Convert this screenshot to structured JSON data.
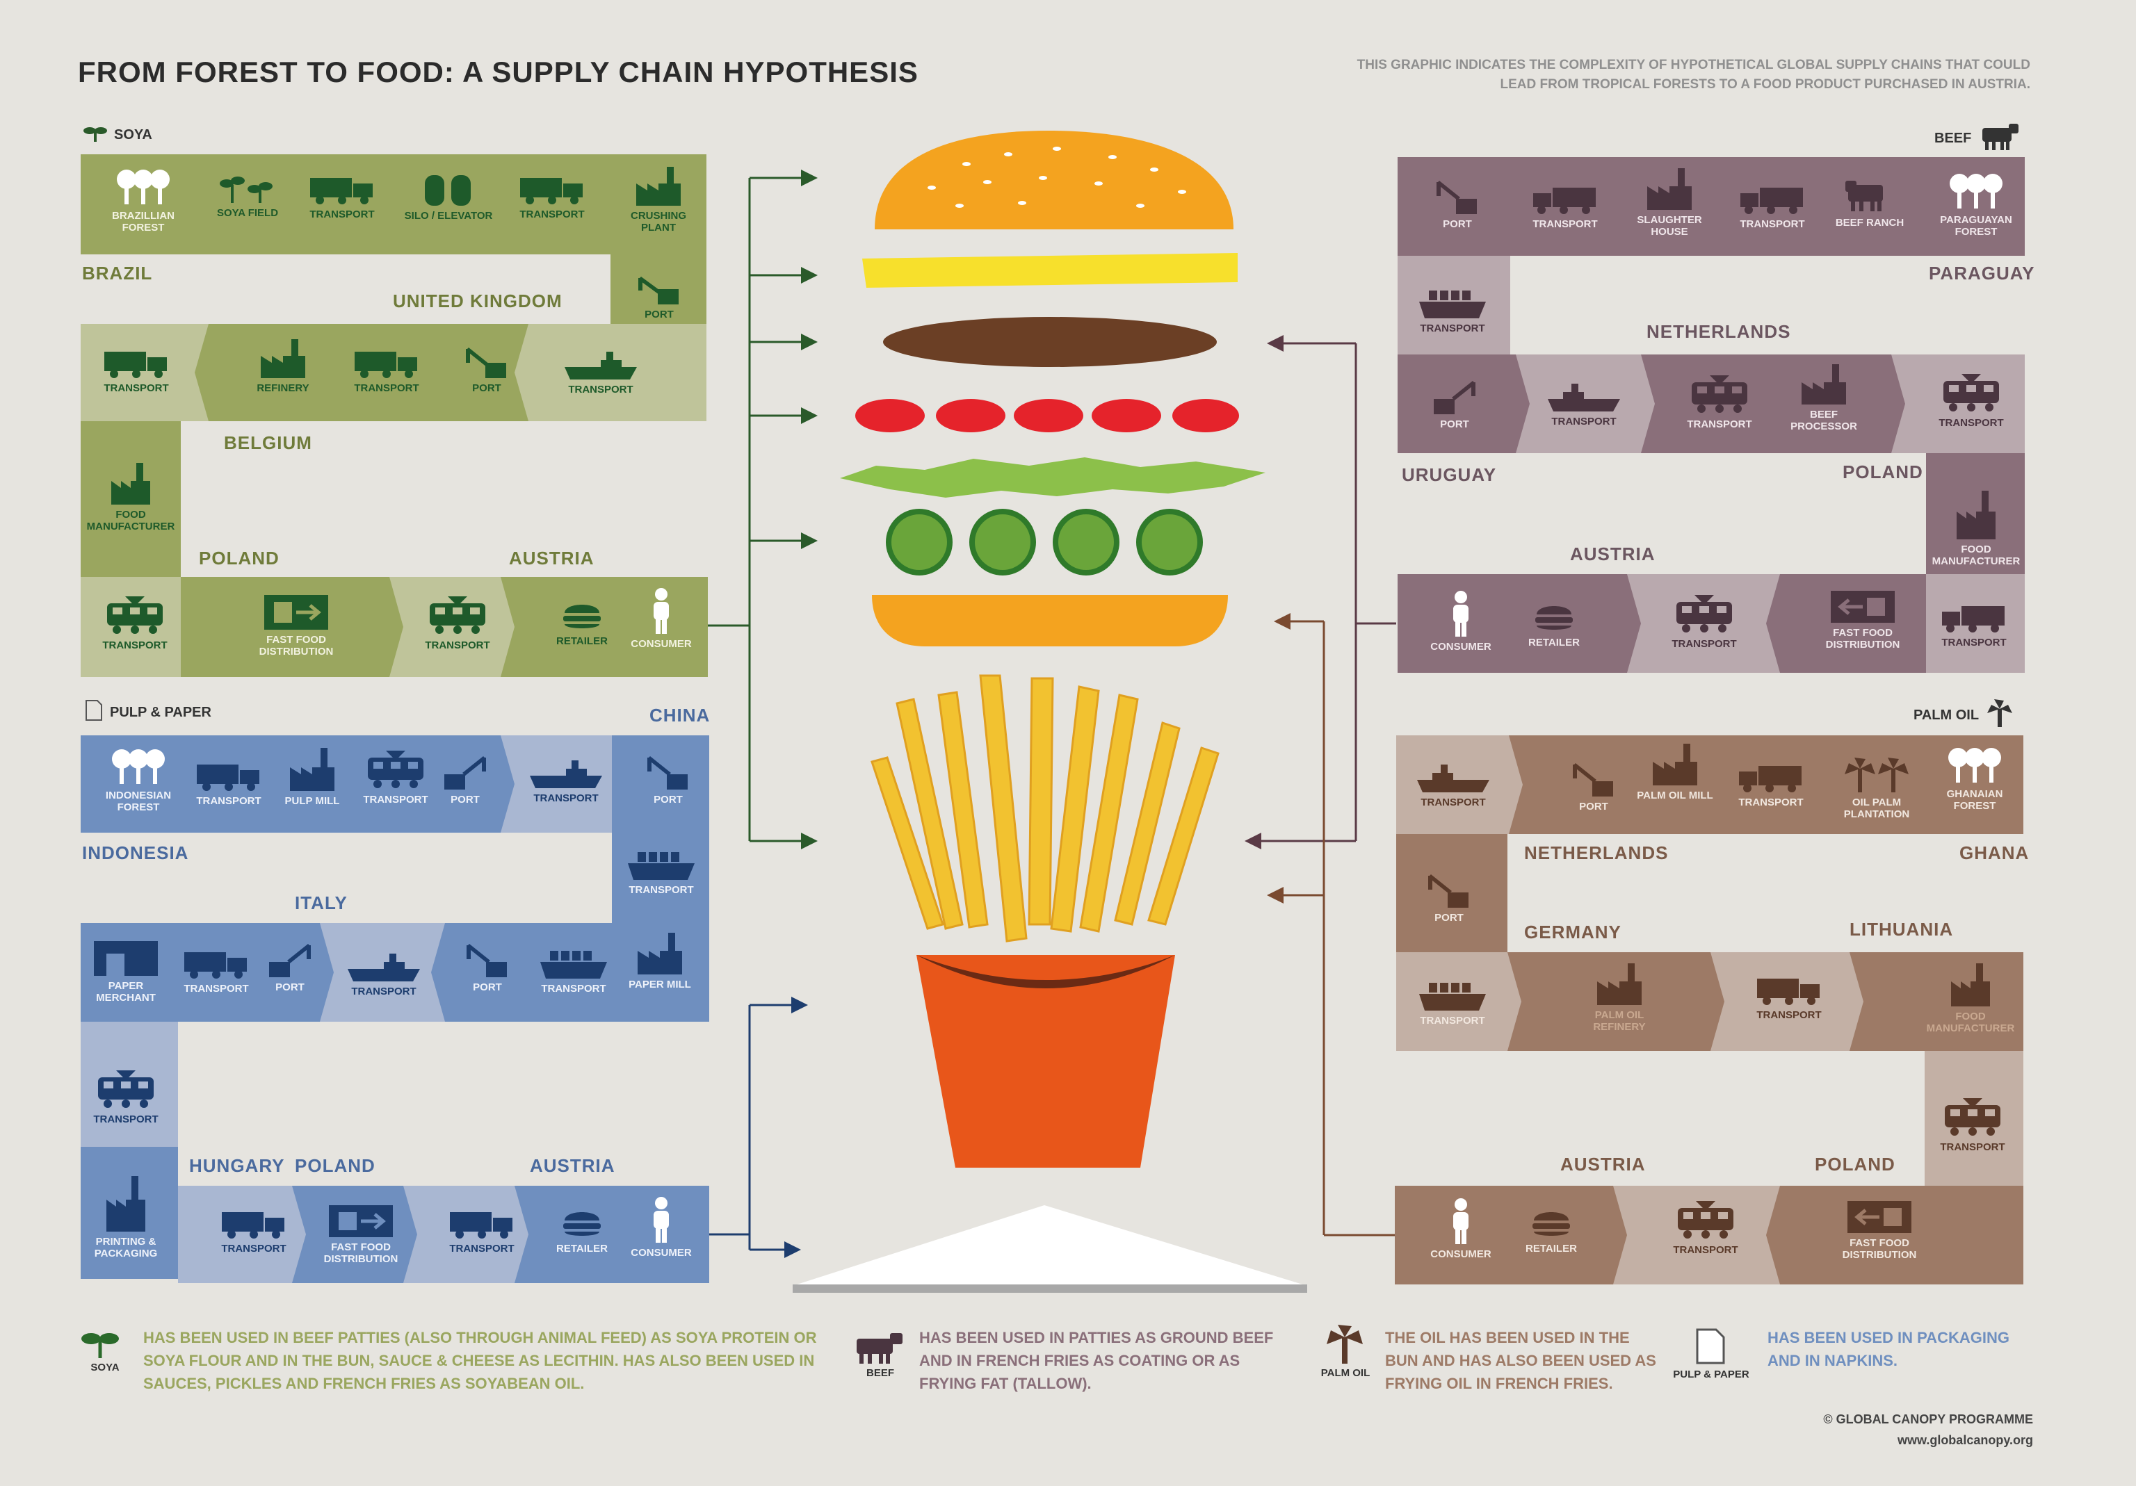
{
  "title": "FROM FOREST TO FOOD: A SUPPLY CHAIN HYPOTHESIS",
  "subtitle": "THIS GRAPHIC INDICATES THE COMPLEXITY OF HYPOTHETICAL GLOBAL SUPPLY CHAINS THAT COULD LEAD FROM TROPICAL FORESTS TO A FOOD PRODUCT PURCHASED IN AUSTRIA.",
  "colors": {
    "background": "#e6e4df",
    "soya_dark": "#9aa65f",
    "soya_light": "#bfc49a",
    "soya_text": "#1e5a2a",
    "paper_dark": "#6f8fbf",
    "paper_light": "#a9b7d2",
    "paper_text": "#1d3d6e",
    "beef_dark": "#8a6f7a",
    "beef_light": "#b9a9ae",
    "palm_dark": "#9d7a66",
    "palm_light": "#c3b0a5"
  },
  "soya": {
    "label": "SOYA",
    "row1": [
      "BRAZILLIAN FOREST",
      "SOYA FIELD",
      "TRANSPORT",
      "SILO / ELEVATOR",
      "TRANSPORT",
      "CRUSHING PLANT"
    ],
    "port_right": "PORT",
    "row2": [
      "TRANSPORT",
      "REFINERY",
      "TRANSPORT",
      "PORT",
      "TRANSPORT"
    ],
    "left_col": "FOOD MANUFACTURER",
    "row3": [
      "TRANSPORT",
      "FAST FOOD DISTRIBUTION",
      "TRANSPORT",
      "RETAILER",
      "CONSUMER"
    ],
    "countries": {
      "brazil": "BRAZIL",
      "uk": "UNITED KINGDOM",
      "belgium": "BELGIUM",
      "poland": "POLAND",
      "austria": "AUSTRIA"
    }
  },
  "paper": {
    "label": "PULP & PAPER",
    "row1": [
      "INDONESIAN FOREST",
      "TRANSPORT",
      "PULP MILL",
      "TRANSPORT",
      "PORT",
      "TRANSPORT",
      "PORT"
    ],
    "right_col": "TRANSPORT",
    "row2": [
      "PAPER MERCHANT",
      "TRANSPORT",
      "PORT",
      "TRANSPORT",
      "PORT",
      "TRANSPORT",
      "PAPER MILL"
    ],
    "left_col": "TRANSPORT",
    "row3": [
      "PRINTING & PACKAGING",
      "TRANSPORT",
      "FAST FOOD DISTRIBUTION",
      "TRANSPORT",
      "RETAILER",
      "CONSUMER"
    ],
    "countries": {
      "china": "CHINA",
      "indonesia": "INDONESIA",
      "italy": "ITALY",
      "hungary": "HUNGARY",
      "poland": "POLAND",
      "austria": "AUSTRIA"
    }
  },
  "beef": {
    "label": "BEEF",
    "row1": [
      "PORT",
      "TRANSPORT",
      "SLAUGHTER HOUSE",
      "TRANSPORT",
      "BEEF RANCH",
      "PARAGUAYAN FOREST"
    ],
    "left_col": "TRANSPORT",
    "row2": [
      "PORT",
      "TRANSPORT",
      "TRANSPORT",
      "BEEF PROCESSOR",
      "TRANSPORT"
    ],
    "right_col": "FOOD MANUFACTURER",
    "row3": [
      "CONSUMER",
      "RETAILER",
      "TRANSPORT",
      "FAST FOOD DISTRIBUTION",
      "TRANSPORT"
    ],
    "countries": {
      "paraguay": "PARAGUAY",
      "netherlands": "NETHERLANDS",
      "uruguay": "URUGUAY",
      "poland": "POLAND",
      "austria": "AUSTRIA"
    }
  },
  "palm": {
    "label": "PALM OIL",
    "row1": [
      "TRANSPORT",
      "PORT",
      "PALM OIL MILL",
      "TRANSPORT",
      "OIL PALM PLANTATION",
      "GHANAIAN FOREST"
    ],
    "left_col": "PORT",
    "row2": [
      "TRANSPORT",
      "PALM OIL REFINERY",
      "TRANSPORT",
      "FOOD MANUFACTURER"
    ],
    "right_col": "TRANSPORT",
    "row3": [
      "CONSUMER",
      "RETAILER",
      "TRANSPORT",
      "FAST FOOD DISTRIBUTION"
    ],
    "countries": {
      "netherlands": "NETHERLANDS",
      "ghana": "GHANA",
      "germany": "GERMANY",
      "lithuania": "LITHUANIA",
      "austria": "AUSTRIA",
      "poland": "POLAND"
    }
  },
  "footer": {
    "soya_label": "SOYA",
    "soya_text": "HAS BEEN USED IN BEEF PATTIES (ALSO THROUGH ANIMAL FEED) AS SOYA PROTEIN OR SOYA FLOUR AND IN THE BUN, SAUCE & CHEESE AS LECITHIN. HAS ALSO BEEN USED IN SAUCES, PICKLES AND FRENCH FRIES AS SOYABEAN OIL.",
    "beef_label": "BEEF",
    "beef_text": "HAS BEEN USED IN PATTIES AS GROUND BEEF AND IN FRENCH FRIES AS COATING OR AS FRYING FAT (TALLOW).",
    "palm_label": "PALM OIL",
    "palm_text": "THE OIL HAS BEEN USED IN THE BUN AND HAS ALSO BEEN USED AS FRYING OIL IN FRENCH FRIES.",
    "paper_label": "PULP & PAPER",
    "paper_text": "HAS BEEN USED IN PACKAGING AND IN NAPKINS."
  },
  "credit": {
    "line1": "© GLOBAL CANOPY PROGRAMME",
    "line2": "www.globalcanopy.org"
  }
}
